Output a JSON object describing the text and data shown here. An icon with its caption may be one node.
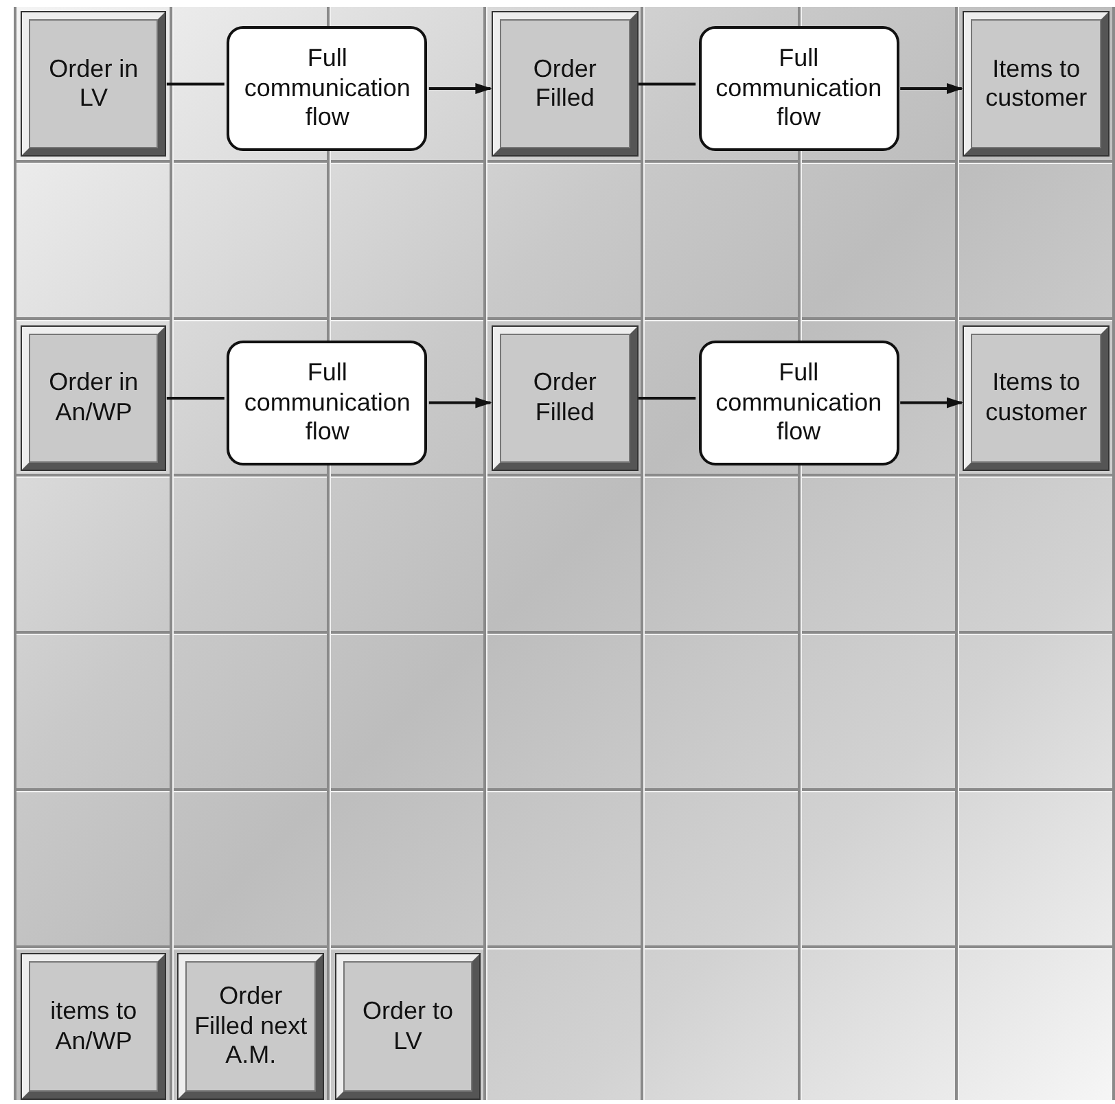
{
  "diagram": {
    "nodes": [
      {
        "text": [
          "Order in LV"
        ]
      },
      {
        "text": [
          "Full communication flow"
        ]
      },
      {
        "text": [
          "Order Filled"
        ]
      },
      {
        "text": [
          "Full communication flow"
        ]
      },
      {
        "text": [
          "Items to customer"
        ]
      },
      {
        "text": [
          "Order in An/WP"
        ]
      },
      {
        "text": [
          "Full communication flow"
        ]
      },
      {
        "text": [
          "Order Filled"
        ]
      },
      {
        "text": [
          "Full communication flow"
        ]
      },
      {
        "text": [
          "Items to customer"
        ]
      },
      {
        "text": [
          "items to An/WP"
        ]
      },
      {
        "text": [
          "Order Filled next A.M."
        ]
      },
      {
        "text": [
          "Order to LV"
        ]
      }
    ],
    "edges": [
      {
        "from": 0,
        "to": 1,
        "arrow": "none"
      },
      {
        "from": 1,
        "to": 2,
        "arrow": "to"
      },
      {
        "from": 2,
        "to": 3,
        "arrow": "none"
      },
      {
        "from": 3,
        "to": 4,
        "arrow": "to"
      },
      {
        "from": 5,
        "to": 6,
        "arrow": "none"
      },
      {
        "from": 6,
        "to": 7,
        "arrow": "to"
      },
      {
        "from": 7,
        "to": 8,
        "arrow": "none"
      },
      {
        "from": 8,
        "to": 9,
        "arrow": "to"
      }
    ]
  }
}
